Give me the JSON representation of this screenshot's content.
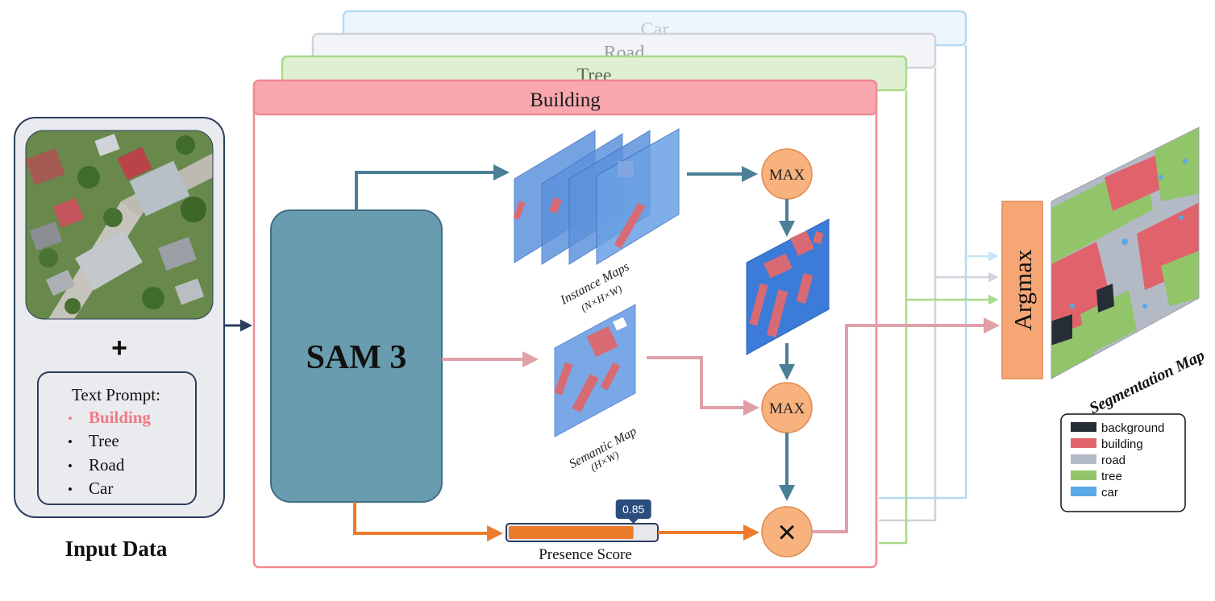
{
  "input": {
    "title": "Input Data",
    "plus": "+",
    "prompt_title": "Text Prompt:",
    "bullet": "•",
    "prompts": [
      {
        "label": "Building",
        "active": true
      },
      {
        "label": "Tree",
        "active": false
      },
      {
        "label": "Road",
        "active": false
      },
      {
        "label": "Car",
        "active": false
      }
    ]
  },
  "layers": {
    "back": [
      "Car",
      "Road",
      "Tree"
    ],
    "front": "Building"
  },
  "model": {
    "label": "SAM 3"
  },
  "instance": {
    "label": "Instance Maps",
    "dims": "(N×H×W)"
  },
  "semantic": {
    "label": "Semantic Map",
    "dims": "(H×W)"
  },
  "ops": {
    "max1": "MAX",
    "max2": "MAX",
    "mul": "×"
  },
  "presence": {
    "label": "Presence Score",
    "value": 0.85,
    "value_text": "0.85"
  },
  "argmax": {
    "label": "Argmax"
  },
  "output": {
    "label": "Segmentation Map"
  },
  "legend": [
    {
      "label": "background",
      "color": "#262d36"
    },
    {
      "label": "building",
      "color": "#e0636b"
    },
    {
      "label": "road",
      "color": "#b4b9c6"
    },
    {
      "label": "tree",
      "color": "#92c46a"
    },
    {
      "label": "car",
      "color": "#5aa9e6"
    }
  ],
  "colors": {
    "building": "#f08a92",
    "tree": "#a9d98b",
    "road": "#c5c8d2",
    "car": "#b4d9f4",
    "sam": "#6a9cb0",
    "instance_arrow": "#4a7f96",
    "semantic_arrow": "#e0a0a8",
    "presence": "#ec7c2c",
    "op_fill": "#f7b27e",
    "argmax_fill": "#f5a674"
  }
}
